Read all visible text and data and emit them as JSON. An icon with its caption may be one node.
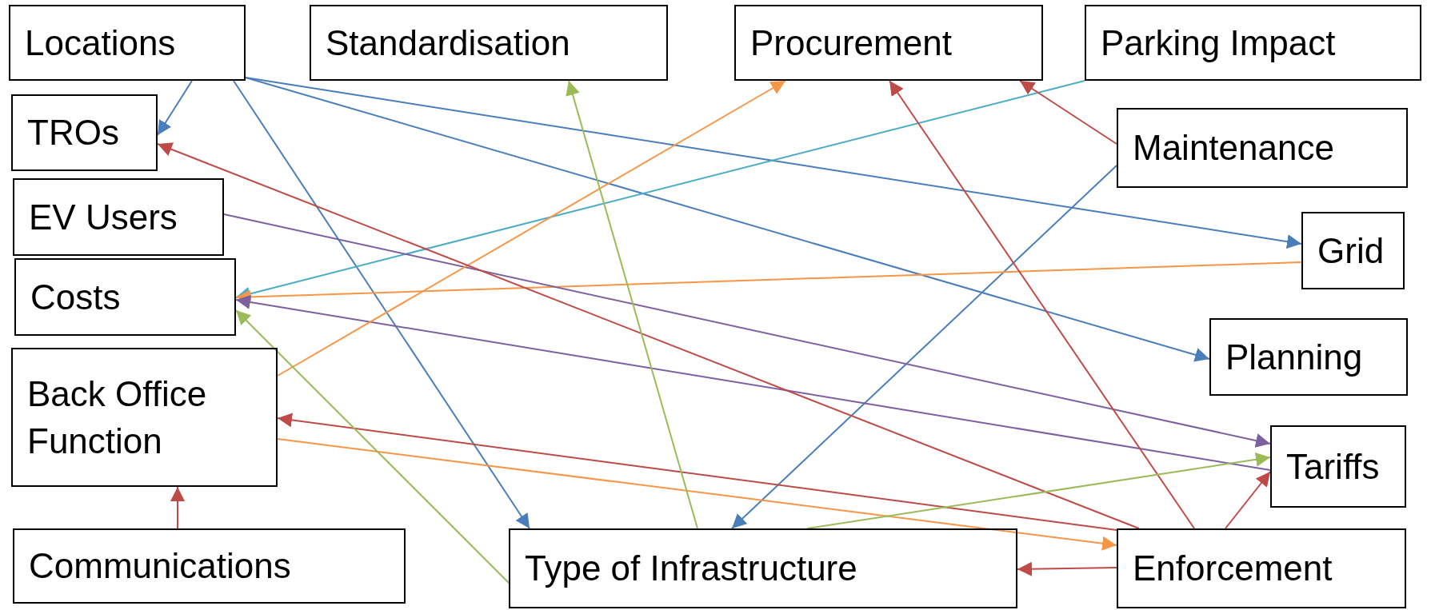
{
  "diagram": {
    "nodes": [
      {
        "text": [
          "Locations"
        ]
      },
      {
        "text": [
          "Standardisation"
        ]
      },
      {
        "text": [
          "Procurement"
        ]
      },
      {
        "text": [
          "Parking Impact"
        ]
      },
      {
        "text": [
          "TROs"
        ]
      },
      {
        "text": [
          "Maintenance"
        ]
      },
      {
        "text": [
          "EV Users"
        ]
      },
      {
        "text": [
          "Grid"
        ]
      },
      {
        "text": [
          "Costs"
        ]
      },
      {
        "text": [
          "Planning"
        ]
      },
      {
        "text": [
          "Back Office Function"
        ]
      },
      {
        "text": [
          "Tariffs"
        ]
      },
      {
        "text": [
          "Communications"
        ]
      },
      {
        "text": [
          "Type of Infrastructure"
        ]
      },
      {
        "text": [
          "Enforcement"
        ]
      }
    ],
    "edges": [
      {
        "from": 0,
        "to": 4,
        "arrow": "to",
        "color": "#4a7ebb"
      },
      {
        "from": 0,
        "to": 13,
        "arrow": "to",
        "color": "#4a7ebb"
      },
      {
        "from": 0,
        "to": 7,
        "arrow": "to",
        "color": "#4a7ebb"
      },
      {
        "from": 0,
        "to": 9,
        "arrow": "to",
        "color": "#4a7ebb"
      },
      {
        "from": 3,
        "to": 8,
        "arrow": "to",
        "color": "#4bacc6"
      },
      {
        "from": 5,
        "to": 2,
        "arrow": "to",
        "color": "#be4b48"
      },
      {
        "from": 5,
        "to": 13,
        "arrow": "to",
        "color": "#4a7ebb"
      },
      {
        "from": 7,
        "to": 8,
        "arrow": "to",
        "color": "#f79646"
      },
      {
        "from": 6,
        "to": 11,
        "arrow": "to",
        "color": "#7d60a0"
      },
      {
        "from": 11,
        "to": 8,
        "arrow": "to",
        "color": "#7d60a0"
      },
      {
        "from": 10,
        "to": 2,
        "arrow": "to",
        "color": "#f79646"
      },
      {
        "from": 10,
        "to": 14,
        "arrow": "to",
        "color": "#f79646"
      },
      {
        "from": 14,
        "to": 10,
        "arrow": "to",
        "color": "#be4b48"
      },
      {
        "from": 14,
        "to": 4,
        "arrow": "to",
        "color": "#be4b48"
      },
      {
        "from": 14,
        "to": 2,
        "arrow": "to",
        "color": "#be4b48"
      },
      {
        "from": 14,
        "to": 11,
        "arrow": "to",
        "color": "#be4b48"
      },
      {
        "from": 14,
        "to": 13,
        "arrow": "to",
        "color": "#be4b48"
      },
      {
        "from": 12,
        "to": 10,
        "arrow": "to",
        "color": "#be4b48"
      },
      {
        "from": 13,
        "to": 1,
        "arrow": "to",
        "color": "#9bbb59"
      },
      {
        "from": 13,
        "to": 8,
        "arrow": "to",
        "color": "#9bbb59"
      },
      {
        "from": 13,
        "to": 11,
        "arrow": "to",
        "color": "#9bbb59"
      }
    ]
  }
}
